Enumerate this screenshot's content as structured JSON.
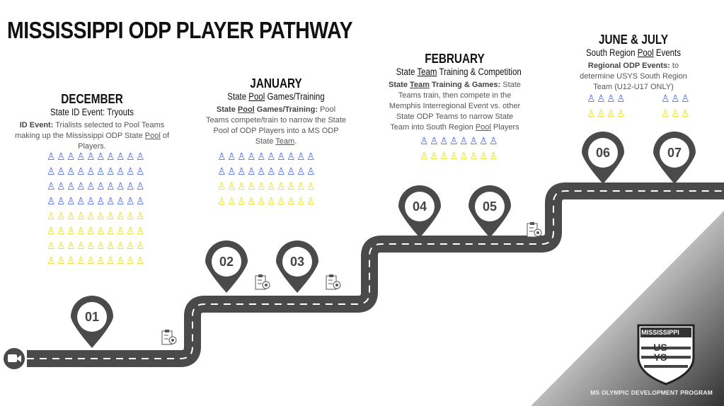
{
  "title": "MISSISSIPPI ODP PLAYER PATHWAY",
  "stages": [
    {
      "month": "DECEMBER",
      "subtitle": "State ID Event: Tryouts",
      "desc_bold": "ID Event:",
      "desc_pre": " Trialists selected to Pool Teams making up the Mississippi ODP State ",
      "desc_u": "Pool",
      "desc_post": " of Players."
    },
    {
      "month": "JANUARY",
      "sub_pre": "State ",
      "sub_u": "Pool",
      "sub_post": " Games/Training",
      "bold_pre": "State ",
      "bold_u": "Pool",
      "bold_post": " Games/Training:",
      "desc_pre": " Pool Teams compete/train to narrow the State Pool of ODP Players into a MS ODP State ",
      "desc_u": "Team",
      "desc_post": "."
    },
    {
      "month": "FEBRUARY",
      "sub_pre": "State ",
      "sub_u": "Team",
      "sub_post": " Training & Competition",
      "bold_pre": "State ",
      "bold_u": "Team",
      "bold_post": " Training & Games:",
      "desc_pre": " State Teams train, then compete in the Memphis Interregional Event vs. other State ODP Teams to narrow State Team into South Region ",
      "desc_u": "Pool",
      "desc_post": " Players"
    },
    {
      "month": "JUNE & JULY",
      "sub_pre": "South Region ",
      "sub_u": "Pool",
      "sub_post": " Events",
      "desc_bold": "Regional ODP Events:",
      "desc_pre": " to determine USYS South Region Team (U12-U17 ONLY)"
    }
  ],
  "pins": [
    "01",
    "02",
    "03",
    "04",
    "05",
    "06",
    "07"
  ],
  "badge": {
    "top": "MISSISSIPPI",
    "line1": "US",
    "line2": "YS"
  },
  "footer": "MS OLYMPIC DEVELOPMENT PROGRAM",
  "colors": {
    "road": "#4a4a4a",
    "blue": "#4f6cf0",
    "yellow": "#e8e122"
  }
}
